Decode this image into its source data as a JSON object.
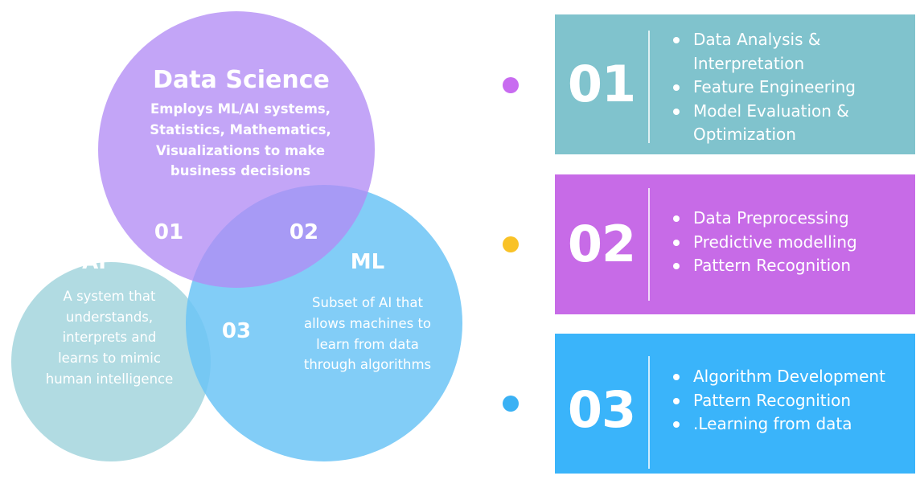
{
  "venn": {
    "data_science": {
      "title": "Data Science",
      "desc": [
        "Employs ML/AI systems,",
        "Statistics, Mathematics,",
        "Visualizations to make",
        "business decisions"
      ],
      "color": "#b28cf5"
    },
    "ai": {
      "title": "AI",
      "desc": [
        "A system that",
        "understands,",
        "interprets and",
        "learns to mimic",
        "human intelligence"
      ],
      "color": "#a6d6de"
    },
    "ml": {
      "title": "ML",
      "desc": [
        "Subset of AI that",
        "allows machines to",
        "learn from data",
        "through algorithms"
      ],
      "color": "#6cc4f6"
    },
    "intersections": [
      "01",
      "02",
      "03"
    ]
  },
  "legend_dots": [
    {
      "color": "#c86bf0"
    },
    {
      "color": "#f9c227"
    },
    {
      "color": "#3ab1f4"
    }
  ],
  "cards": [
    {
      "number": "01",
      "color": "#80c3cd",
      "items": [
        "Data Analysis &",
        "Interpretation",
        "Feature Engineering",
        "Model Evaluation &",
        "Optimization"
      ],
      "bullets": [
        true,
        false,
        true,
        true,
        false
      ]
    },
    {
      "number": "02",
      "color": "#c76be7",
      "items": [
        "Data Preprocessing",
        "Predictive modelling",
        "Pattern Recognition"
      ],
      "bullets": [
        true,
        true,
        true
      ]
    },
    {
      "number": "03",
      "color": "#3ab4fa",
      "items": [
        "Algorithm Development",
        "Pattern Recognition",
        ".Learning from data"
      ],
      "bullets": [
        true,
        true,
        true
      ]
    }
  ]
}
